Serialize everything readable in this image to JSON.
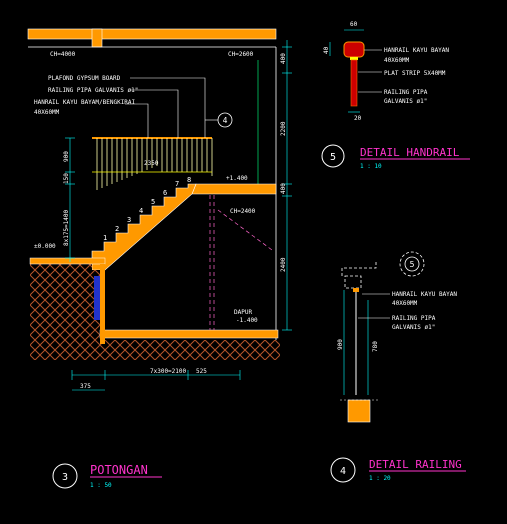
{
  "section_main": {
    "bubble_num": "3",
    "title": "POTONGAN",
    "scale": "1 : 50",
    "level_ceiling_top": "CH=4000",
    "level_ceiling_right": "CH=2600",
    "level_mid_landing": "CH=2400",
    "label_plafond": "PLAFOND GYPSUM BOARD",
    "label_railing": "RAILING PIPA GALVANIS ø1\"",
    "label_handrail_1": "HANRAIL KAYU BAYAM/BENGKIRAI",
    "label_handrail_2": "40X60MM",
    "callout_detail": "4",
    "elev_landing": "+1.400",
    "elev_floor": "±0.000",
    "elev_dapur_1": "DAPUR",
    "elev_dapur_2": "-1.400",
    "dim_right_top": "400",
    "dim_right_2200": "2200",
    "dim_right_400b": "400",
    "dim_right_2400": "2400",
    "dim_left_900": "900",
    "dim_left_150": "150",
    "dim_left_steps": "8x175=1400",
    "dim_bottom_run": "7x300=2100",
    "dim_bottom_375": "375",
    "dim_bottom_525": "525",
    "dim_rail_2350": "2350",
    "step_numbers": [
      "1",
      "2",
      "3",
      "4",
      "5",
      "6",
      "7",
      "8"
    ]
  },
  "detail_handrail": {
    "bubble_num": "5",
    "title": "DETAIL HANDRAIL",
    "scale": "1 : 10",
    "dim_top": "60",
    "dim_left": "40",
    "dim_bottom": "20",
    "label_1a": "HANRAIL KAYU BAYAN",
    "label_1b": "40X60MM",
    "label_2": "PLAT STRIP 5X40MM",
    "label_3a": "RAILING PIPA",
    "label_3b": "GALVANIS ø1\""
  },
  "detail_railing": {
    "bubble_num": "4",
    "title": "DETAIL RAILING",
    "scale": "1 : 20",
    "callout_detail": "5",
    "label_1a": "HANRAIL KAYU BAYAN",
    "label_1b": "40X60MM",
    "label_2a": "RAILING PIPA",
    "label_2b": "GALVANIS ø1\"",
    "dim_900": "900",
    "dim_780": "780"
  }
}
